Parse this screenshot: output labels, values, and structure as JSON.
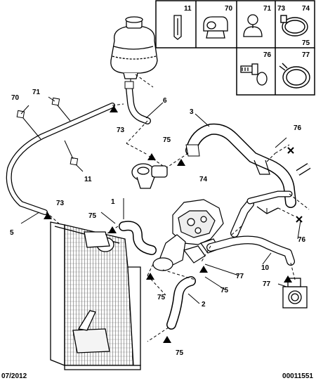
{
  "legend_labels": [
    "11",
    "70",
    "71",
    "73",
    "74",
    "75",
    "76",
    "77"
  ],
  "callouts": {
    "c1": "1",
    "c2": "2",
    "c3": "3",
    "c5": "5",
    "c6": "6",
    "c10": "10",
    "c11": "11",
    "c70": "70",
    "c71": "71",
    "c73a": "73",
    "c73b": "73",
    "c74": "74",
    "c75a": "75",
    "c75b": "75",
    "c75c": "75",
    "c75d": "75",
    "c75e": "75",
    "c76a": "76",
    "c76b": "76",
    "c77a": "77",
    "c77b": "77"
  },
  "footer": {
    "date": "07/2012",
    "ref": "00011551"
  }
}
